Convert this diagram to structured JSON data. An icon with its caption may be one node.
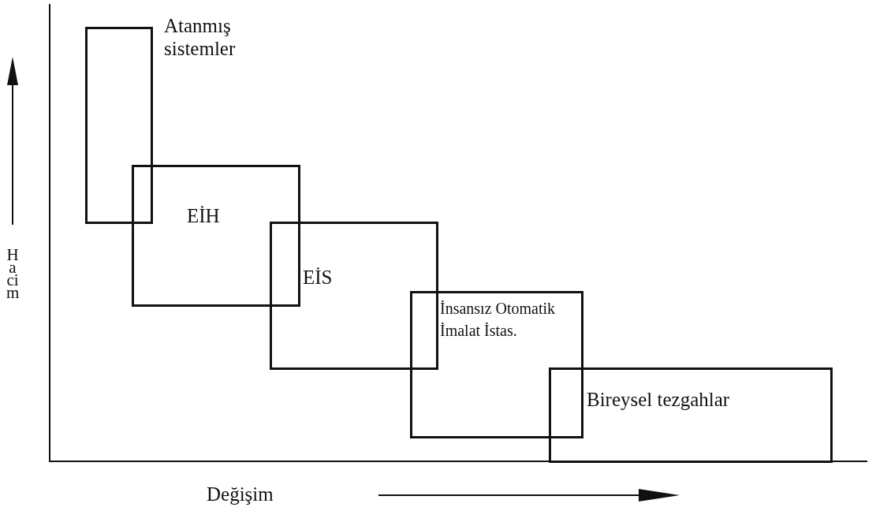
{
  "diagram": {
    "nodes": [
      {
        "text": [
          "Atanmış sistemler"
        ]
      },
      {
        "text": [
          "EİH"
        ]
      },
      {
        "text": [
          "EİS"
        ]
      },
      {
        "text": [
          "İnsansız Otomatik İmalat İstas."
        ]
      },
      {
        "text": [
          "Bireysel tezgahlar"
        ]
      }
    ],
    "edges": [],
    "labels": [
      "Hacim",
      "Değişim"
    ]
  }
}
